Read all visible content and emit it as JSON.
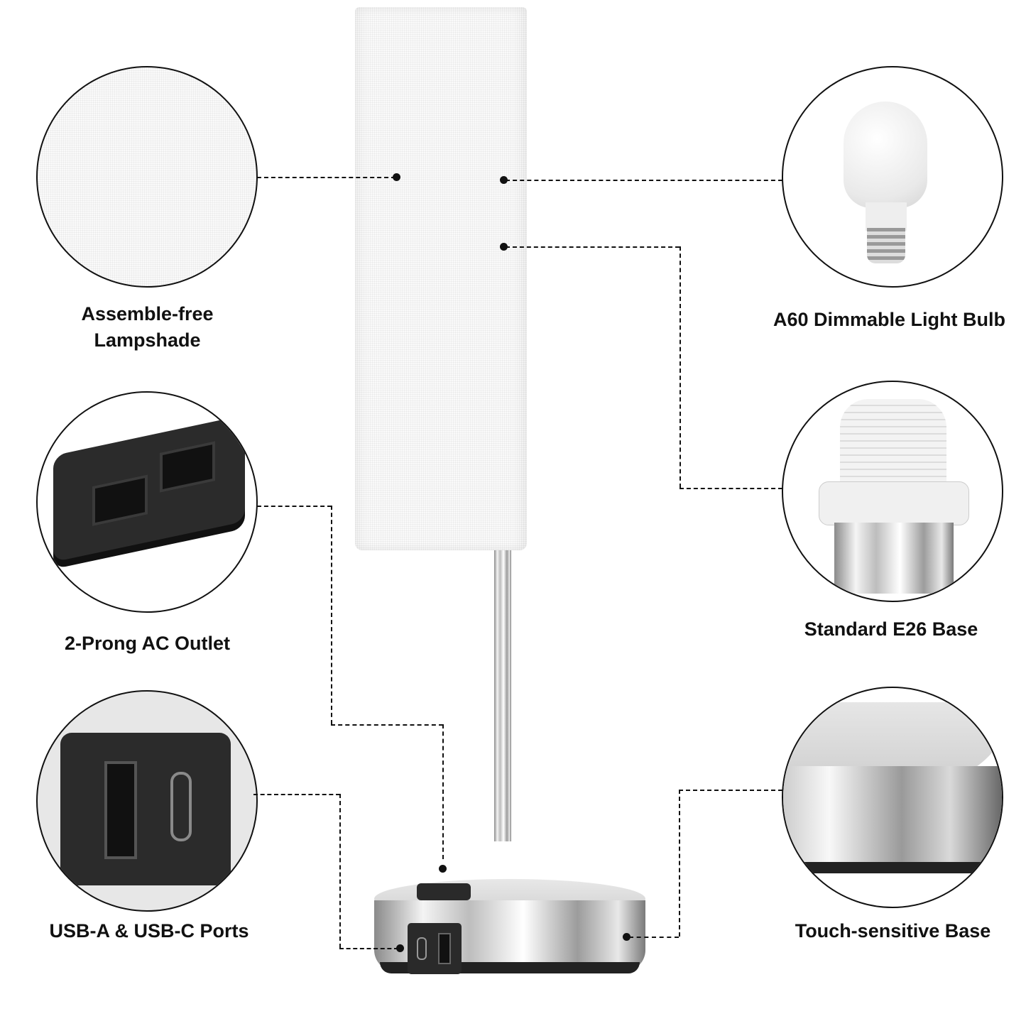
{
  "callouts": {
    "lampshade": {
      "line1": "Assemble-free",
      "line2": "Lampshade"
    },
    "bulb": {
      "label": "A60 Dimmable Light Bulb"
    },
    "outlet": {
      "label": "2-Prong AC Outlet"
    },
    "base_socket": {
      "label": "Standard E26 Base"
    },
    "usb": {
      "label": "USB-A & USB-C Ports"
    },
    "touch": {
      "label": "Touch-sensitive Base"
    }
  },
  "colors": {
    "line": "#111111",
    "shade": "#fafafa",
    "chrome": "#c8c8c8",
    "port": "#222222"
  }
}
